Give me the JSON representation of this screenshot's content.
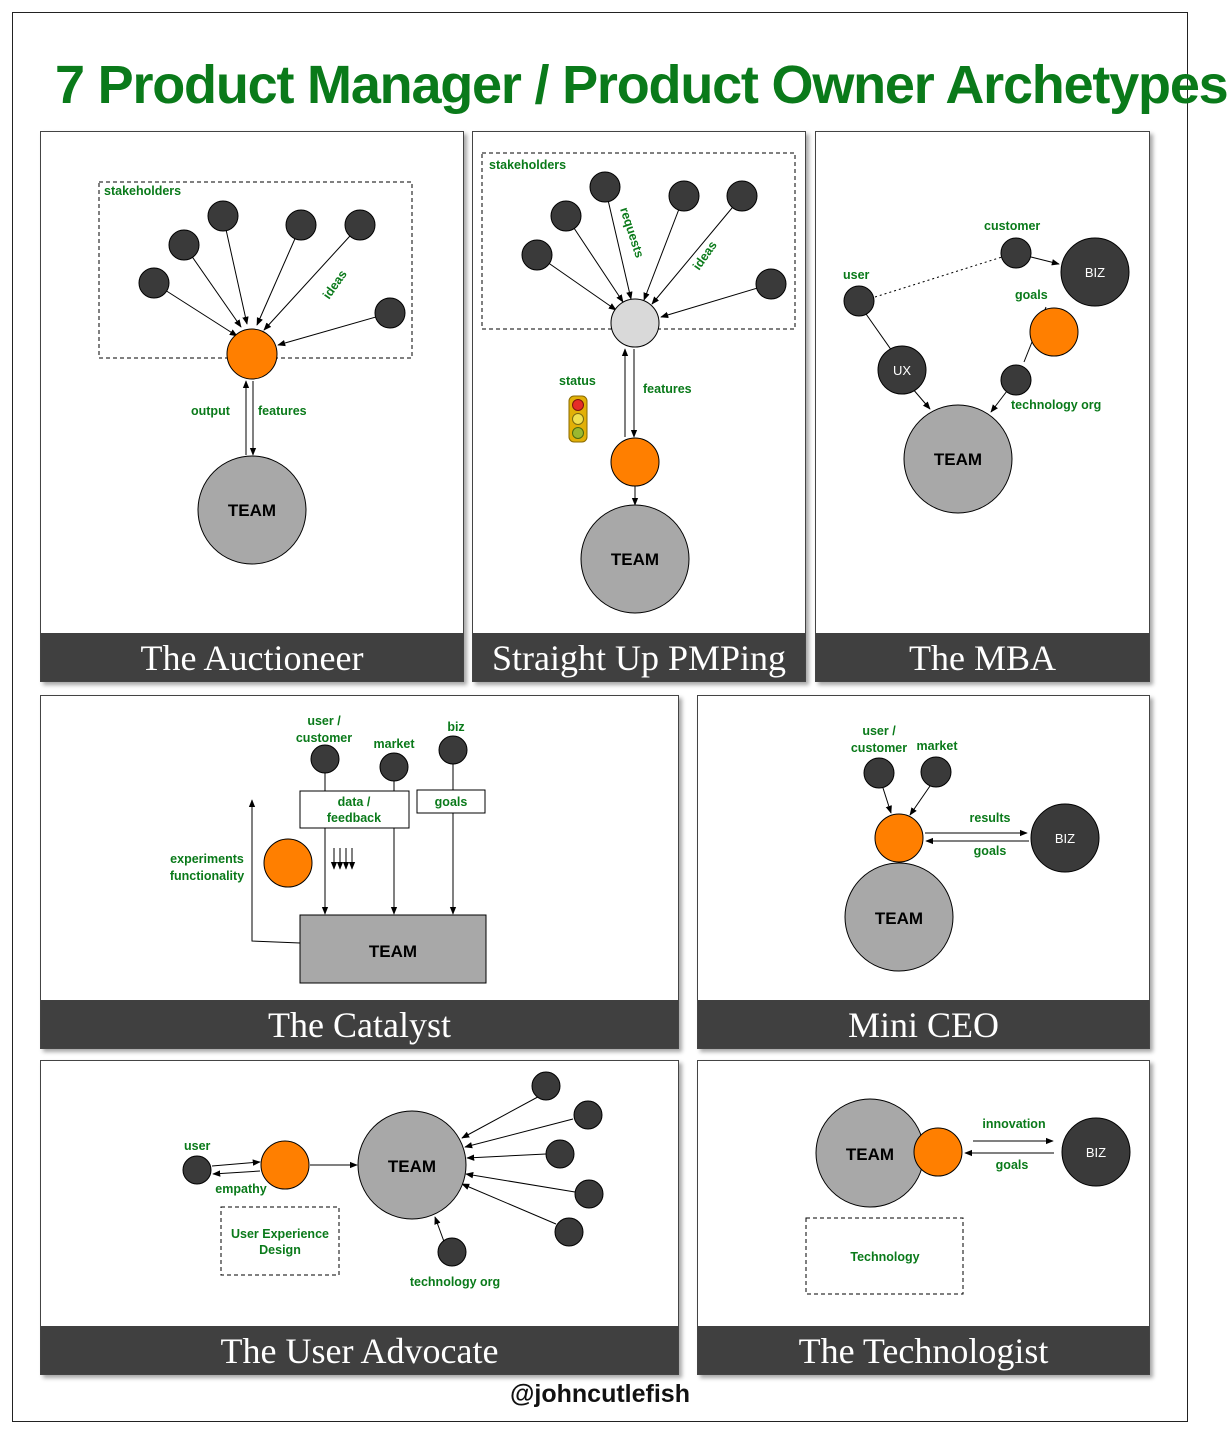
{
  "title": "7 Product Manager / Product Owner Archetypes",
  "footer_handle": "@johncutlefish",
  "colors": {
    "title_green": "#0a7a1a",
    "pm_orange": "#ff7f00",
    "team_gray": "#a8a8a8",
    "node_dark": "#3a3a3a",
    "caption_bar": "#404040"
  },
  "panels": {
    "auctioneer": {
      "caption": "The Auctioneer",
      "stakeholders": "stakeholders",
      "ideas": "ideas",
      "output": "output",
      "features": "features",
      "team": "TEAM"
    },
    "straight_up": {
      "caption": "Straight Up PMPing",
      "stakeholders": "stakeholders",
      "requests": "requests",
      "ideas": "ideas",
      "status": "status",
      "features": "features",
      "team": "TEAM"
    },
    "mba": {
      "caption": "The MBA",
      "customer": "customer",
      "user": "user",
      "biz": "BIZ",
      "goals": "goals",
      "ux": "UX",
      "technology_org": "technology org",
      "team": "TEAM"
    },
    "catalyst": {
      "caption": "The Catalyst",
      "user_customer_1": "user /",
      "user_customer_2": "customer",
      "market": "market",
      "biz": "biz",
      "data_feedback_1": "data /",
      "data_feedback_2": "feedback",
      "goals": "goals",
      "experiments": "experiments",
      "functionality": "functionality",
      "team": "TEAM"
    },
    "mini_ceo": {
      "caption": "Mini CEO",
      "user_customer_1": "user /",
      "user_customer_2": "customer",
      "market": "market",
      "results": "results",
      "goals": "goals",
      "biz": "BIZ",
      "team": "TEAM"
    },
    "user_advocate": {
      "caption": "The User Advocate",
      "user": "user",
      "empathy": "empathy",
      "ux_design_1": "User Experience",
      "ux_design_2": "Design",
      "technology_org": "technology org",
      "team": "TEAM"
    },
    "technologist": {
      "caption": "The Technologist",
      "innovation": "innovation",
      "goals": "goals",
      "biz": "BIZ",
      "technology": "Technology",
      "team": "TEAM"
    }
  }
}
